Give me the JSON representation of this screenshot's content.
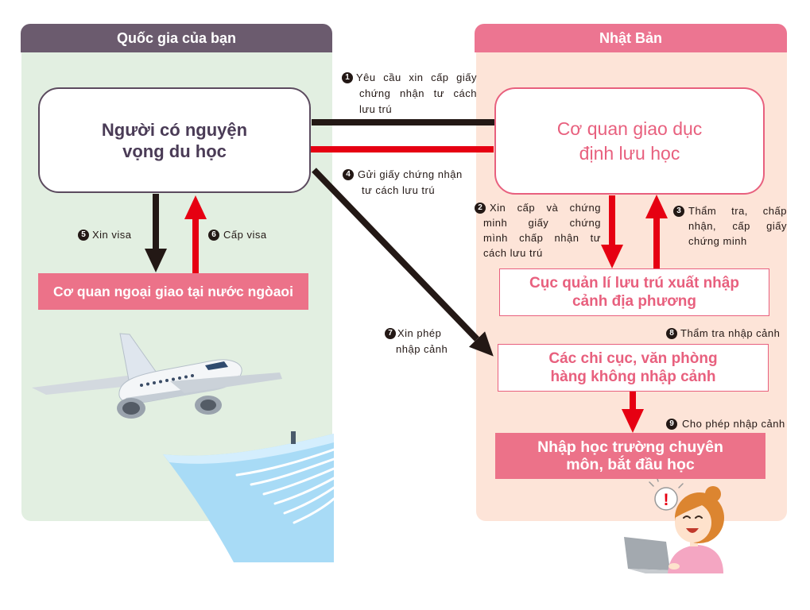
{
  "colors": {
    "header_home": "#6b5b6e",
    "header_japan": "#ec7591",
    "panel_home": "#e2efe1",
    "panel_japan": "#fde4d8",
    "pink": "#e8607e",
    "pink_fill": "#ec7289",
    "student_text": "#4a3b56",
    "student_border": "#5b4a5e",
    "red": "#e60012",
    "black": "#231815"
  },
  "regions": {
    "home_country": {
      "title": "Quốc gia của bạn"
    },
    "japan": {
      "title": "Nhật Bản"
    }
  },
  "nodes": {
    "student": {
      "lines": [
        "Người có nguyện",
        "vọng du học"
      ]
    },
    "school": {
      "lines": [
        "Cơ quan giao dục",
        "định lưu học"
      ]
    },
    "embassy": {
      "lines": [
        "Cơ quan ngoại giao tại nước ngòaoi"
      ]
    },
    "immigration_bureau": {
      "lines": [
        "Cục quản lí lưu trú xuất nhập",
        "cảnh địa phương"
      ]
    },
    "airport_office": {
      "lines": [
        "Các chi cục, văn phòng",
        "hàng không nhập cảnh"
      ]
    },
    "enrollment": {
      "lines": [
        "Nhập học trường chuyên",
        "môn, bắt đầu học"
      ]
    }
  },
  "steps": [
    {
      "num": "1",
      "lines": [
        "Yêu cầu xin cấp giấy",
        "chứng nhận tư cách",
        "lưu trú"
      ]
    },
    {
      "num": "2",
      "lines": [
        "Xin cấp và chứng",
        "minh giấy chứng",
        "mình chấp nhận tư",
        "cách lưu trú"
      ]
    },
    {
      "num": "3",
      "lines": [
        "Thẩm tra, chấp",
        "nhận, cấp giấy",
        "chứng minh"
      ]
    },
    {
      "num": "4",
      "lines": [
        "Gửi giấy chứng nhận",
        "tư cách lưu trú"
      ]
    },
    {
      "num": "5",
      "lines": [
        "Xin visa"
      ]
    },
    {
      "num": "6",
      "lines": [
        "Cấp visa"
      ]
    },
    {
      "num": "7",
      "lines": [
        "Xin phép",
        "nhập cảnh"
      ]
    },
    {
      "num": "8",
      "lines": [
        "Thẩm tra nhập cảnh"
      ]
    },
    {
      "num": "9",
      "lines": [
        "Cho phép nhập cảnh"
      ]
    }
  ],
  "illustration": {
    "alert_mark": "!"
  }
}
